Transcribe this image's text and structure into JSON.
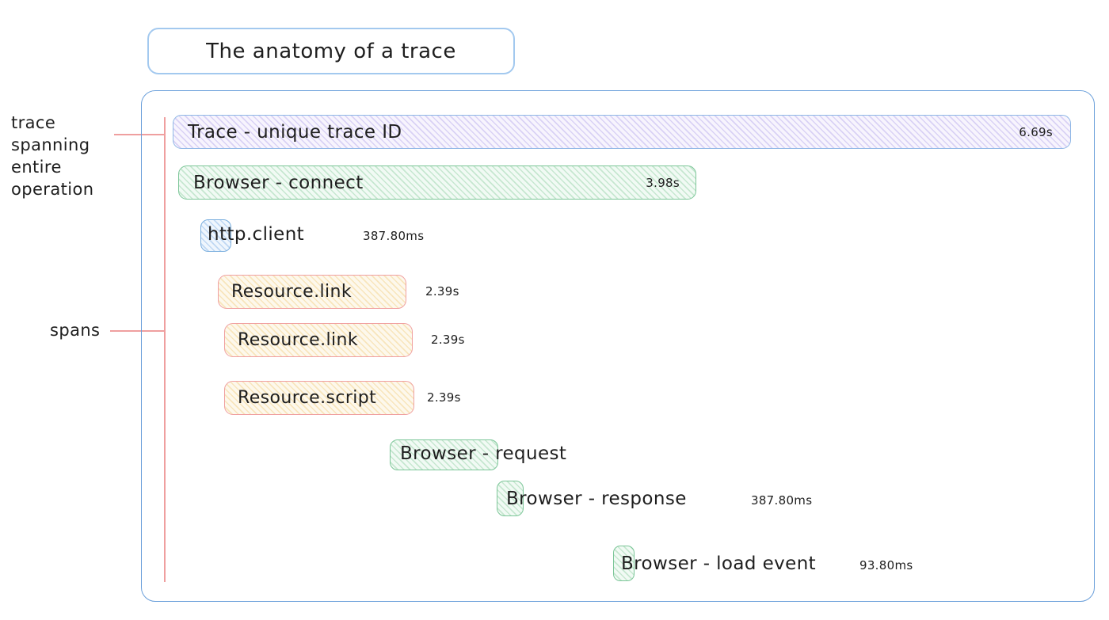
{
  "title": "The anatomy of a trace",
  "annotations": {
    "trace_label_lines": [
      "trace",
      "spanning",
      "entire",
      "operation"
    ],
    "spans_label": "spans"
  },
  "spans": [
    {
      "name": "Trace - unique trace ID",
      "duration": "6.69s",
      "color": "violet"
    },
    {
      "name": "Browser - connect",
      "duration": "3.98s",
      "color": "green"
    },
    {
      "name": "http.client",
      "duration": "387.80ms",
      "color": "blue"
    },
    {
      "name": "Resource.link",
      "duration": "2.39s",
      "color": "yellow"
    },
    {
      "name": "Resource.link",
      "duration": "2.39s",
      "color": "yellow"
    },
    {
      "name": "Resource.script",
      "duration": "2.39s",
      "color": "yellow"
    },
    {
      "name": "Browser - request",
      "duration": "",
      "color": "green"
    },
    {
      "name": "Browser - response",
      "duration": "387.80ms",
      "color": "green"
    },
    {
      "name": "Browser - load event",
      "duration": "93.80ms",
      "color": "green"
    }
  ],
  "colors": {
    "container_border": "#6a9fda",
    "title_border": "#a3c9ef",
    "connector_red": "#ef9f9f",
    "violet_border": "#8fb7e6",
    "green_border": "#7cc698",
    "blue_border": "#7aaede",
    "yellow_border": "#f0a0a0",
    "text": "#1e1e1e"
  }
}
